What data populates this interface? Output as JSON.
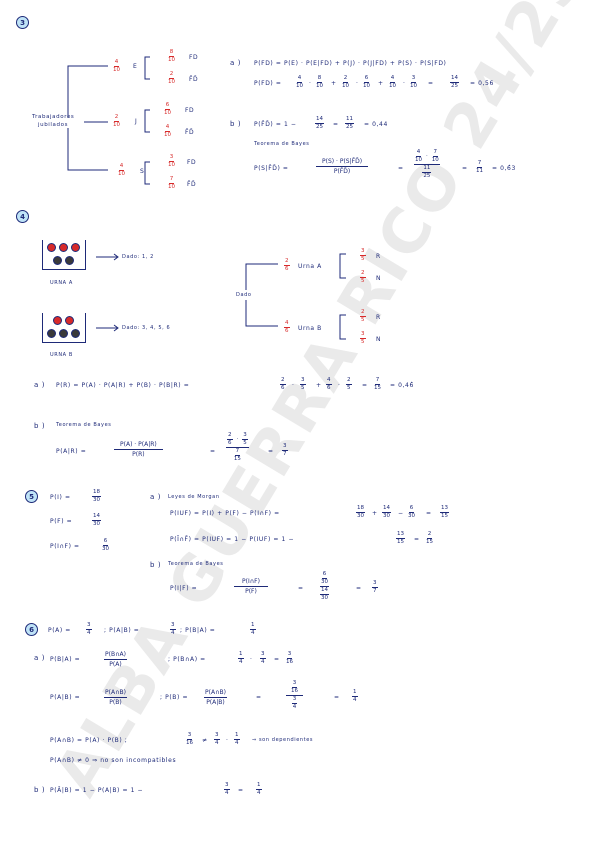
{
  "watermark": "ALBA GUERRA RICO 24/25",
  "ex3": {
    "num": "3",
    "root_a": "Trabajadores",
    "root_b": "jubilados",
    "b1": {
      "n": "4",
      "d": "10",
      "lab": "E",
      "s1": {
        "n": "8",
        "d": "10",
        "l": "FD"
      },
      "s2": {
        "n": "2",
        "d": "10",
        "l": "F̄D̄"
      }
    },
    "b2": {
      "n": "2",
      "d": "10",
      "lab": "J",
      "s1": {
        "n": "6",
        "d": "10",
        "l": "FD"
      },
      "s2": {
        "n": "4",
        "d": "10",
        "l": "F̄D̄"
      }
    },
    "b3": {
      "n": "4",
      "d": "10",
      "lab": "S",
      "s1": {
        "n": "3",
        "d": "10",
        "l": "FD"
      },
      "s2": {
        "n": "7",
        "d": "10",
        "l": "F̄D̄"
      }
    },
    "a_label": "a )",
    "a_line1": "P(FD) = P(E) · P(E|FD) + P(J) · P(J|FD) + P(S) · P(S|FD)",
    "a_line2_lhs": "P(FD) =",
    "a_f": [
      [
        "4",
        "10"
      ],
      [
        "8",
        "10"
      ],
      [
        "2",
        "10"
      ],
      [
        "6",
        "10"
      ],
      [
        "4",
        "10"
      ],
      [
        "3",
        "10"
      ],
      [
        "14",
        "25"
      ]
    ],
    "a_ops": [
      "·",
      "+",
      "·",
      "+",
      "·",
      "="
    ],
    "a_res": "= 0,56",
    "b_label": "b )",
    "b_line": "P(F̄D̄) = 1 −",
    "b_f1": [
      "14",
      "25"
    ],
    "b_eq": "=",
    "b_f2": [
      "11",
      "25"
    ],
    "b_res": "= 0,44",
    "bayes": "Teorema de Bayes",
    "c_lhs": "P(S|F̄D̄) =",
    "c_num": "P(S) · P(S|F̄D̄)",
    "c_den": "P(F̄D̄)",
    "c_eq": "=",
    "c_big_num": [
      [
        "4",
        "10"
      ],
      [
        "7",
        "10"
      ]
    ],
    "c_big_den": [
      "11",
      "25"
    ],
    "c_f": [
      "7",
      "11"
    ],
    "c_res": "= 0,6̂3"
  },
  "ex4": {
    "num": "4",
    "urnA": "URNA A",
    "urnB": "URNA B",
    "diceA": "Dado: 1, 2",
    "diceB": "Dado: 3, 4, 5, 6",
    "tree_root": "Dado",
    "t1": {
      "n": "2",
      "d": "6",
      "lab": "Urna A",
      "s1": {
        "n": "3",
        "d": "5",
        "l": "R"
      },
      "s2": {
        "n": "2",
        "d": "5",
        "l": "N"
      }
    },
    "t2": {
      "n": "4",
      "d": "6",
      "lab": "Urna B",
      "s1": {
        "n": "2",
        "d": "5",
        "l": "R"
      },
      "s2": {
        "n": "3",
        "d": "5",
        "l": "N"
      }
    },
    "a_label": "a )",
    "a_line": "P(R) = P(A) · P(A|R) + P(B) · P(B|R) =",
    "a_f": [
      [
        "2",
        "6"
      ],
      [
        "3",
        "5"
      ],
      [
        "4",
        "6"
      ],
      [
        "2",
        "5"
      ],
      [
        "7",
        "15"
      ]
    ],
    "a_ops": [
      "·",
      "+",
      "·",
      "="
    ],
    "a_res": "= 0,46̂",
    "b_label": "b )",
    "bayes": "Teorema de Bayes",
    "b_lhs": "P(A|R) =",
    "b_num": "P(A) · P(A|R)",
    "b_den": "P(R)",
    "b_eq": "=",
    "b_big_num": [
      [
        "2",
        "6"
      ],
      [
        "3",
        "5"
      ]
    ],
    "b_big_den": [
      "7",
      "15"
    ],
    "b_f": [
      "3",
      "7"
    ]
  },
  "ex5": {
    "num": "5",
    "pi": "P(I) =",
    "pi_f": [
      "18",
      "30"
    ],
    "pf": "P(F) =",
    "pf_f": [
      "14",
      "30"
    ],
    "pif": "P(I∩F) =",
    "pif_f": [
      "6",
      "30"
    ],
    "a_label": "a )",
    "morgan": "Leyes de Morgan",
    "a1": "P(IUF) = P(I) + P(F) − P(I∩F) =",
    "a1_f": [
      [
        "18",
        "30"
      ],
      [
        "14",
        "30"
      ],
      [
        "6",
        "30"
      ],
      [
        "13",
        "15"
      ]
    ],
    "a1_ops": [
      "+",
      "−",
      "="
    ],
    "a2": "P(Ī∩F̄) = P(IUF) = 1 − P(IUF) = 1 −",
    "a2_f": [
      [
        "13",
        "15"
      ],
      [
        "2",
        "15"
      ]
    ],
    "b_label": "b )",
    "bayes": "Teorema de Bayes",
    "b_lhs": "P(I|F) =",
    "b_num": "P(I∩F)",
    "b_den": "P(F)",
    "b_big_num": [
      "6",
      "30"
    ],
    "b_big_den": [
      "14",
      "30"
    ],
    "b_f": [
      "3",
      "7"
    ]
  },
  "ex6": {
    "num": "6",
    "head1": "P(A) =",
    "h_f1": [
      "3",
      "4"
    ],
    "head2": "; P(A|B) =",
    "h_f2": [
      "3",
      "4"
    ],
    "head3": "; P(B|A) =",
    "h_f3": [
      "1",
      "4"
    ],
    "a_label": "a )",
    "l1_lhs": "P(B|A) =",
    "l1_num": "P(B∩A)",
    "l1_den": "P(A)",
    "l1_mid": "; P(B∩A) =",
    "l1_f": [
      [
        "1",
        "4"
      ],
      [
        "3",
        "4"
      ],
      [
        "3",
        "16"
      ]
    ],
    "l2_lhs": "P(A|B) =",
    "l2_num": "P(A∩B)",
    "l2_den": "P(B)",
    "l2_mid": "; P(B) =",
    "l2_num2": "P(A∩B)",
    "l2_den2": "P(A|B)",
    "l2_big_num": [
      "3",
      "16"
    ],
    "l2_big_den": [
      "3",
      "4"
    ],
    "l2_f": [
      "1",
      "4"
    ],
    "l3": "P(A∩B) = P(A) · P(B)  ;",
    "l3_f": [
      [
        "3",
        "16"
      ],
      [
        "3",
        "4"
      ],
      [
        "1",
        "4"
      ]
    ],
    "l3_res": "⇒ son dependientes",
    "l4": "P(A∩B) ≠ 0  ⇒ no son incompatibles",
    "b_label": "b )",
    "b_line": "P(Ā|B) = 1 − P(A|B) = 1 −",
    "b_f1": [
      "3",
      "4"
    ],
    "b_f2": [
      "1",
      "4"
    ]
  }
}
